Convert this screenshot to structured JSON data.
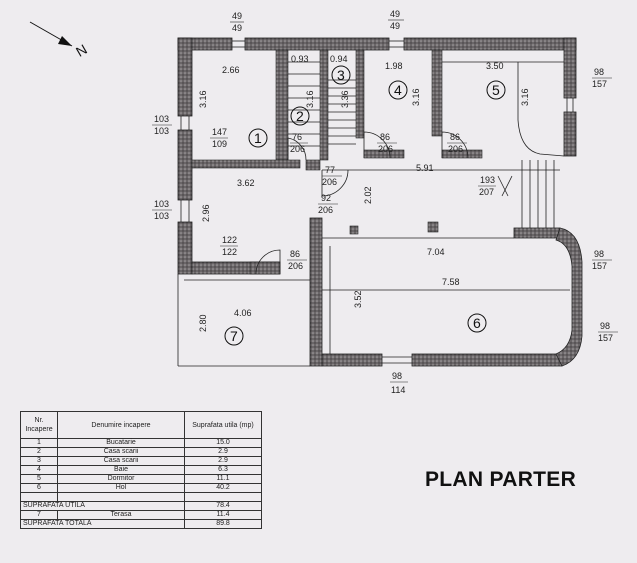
{
  "north_label": "N",
  "rooms": [
    {
      "num": "1"
    },
    {
      "num": "2"
    },
    {
      "num": "3"
    },
    {
      "num": "4"
    },
    {
      "num": "5"
    },
    {
      "num": "6"
    },
    {
      "num": "7"
    }
  ],
  "dims": {
    "r1_w": "2.66",
    "r1_h": "3.16",
    "r2_w": "0.93",
    "r2_h": "3.16",
    "r3_w": "0.94",
    "r3_h": "3.36",
    "r4_w": "1.98",
    "r4_h": "3.16",
    "r5_w": "3.50",
    "r5_h": "3.16",
    "r8_w": "3.62",
    "r8_h": "2.96",
    "hall_w": "5.91",
    "hall_h": "2.02",
    "r6_w1": "7.04",
    "r6_w2": "7.58",
    "r6_h": "3.52",
    "r7_w": "4.06",
    "r7_h": "2.80"
  },
  "openings": {
    "top_left": {
      "top": "49",
      "bottom": "49"
    },
    "top_mid": {
      "top": "49",
      "bottom": "49"
    },
    "right_top": {
      "top": "98",
      "bottom": "157"
    },
    "right_mid": {
      "top": "98",
      "bottom": "157"
    },
    "right_low": {
      "top": "98",
      "bottom": "157"
    },
    "left_top": {
      "top": "103",
      "bottom": "103"
    },
    "left_mid": {
      "top": "103",
      "bottom": "103"
    },
    "bottom": {
      "top": "98",
      "bottom": "114"
    },
    "w1": {
      "top": "147",
      "bottom": "109"
    },
    "d2": {
      "top": "76",
      "bottom": "206"
    },
    "d4": {
      "top": "86",
      "bottom": "206"
    },
    "d5": {
      "top": "86",
      "bottom": "206"
    },
    "d_hall": {
      "top": "77",
      "bottom": "206"
    },
    "d_hall2": {
      "top": "92",
      "bottom": "206"
    },
    "d_right": {
      "top": "193",
      "bottom": "207"
    },
    "w8": {
      "top": "122",
      "bottom": "122"
    },
    "d8": {
      "top": "86",
      "bottom": "206"
    }
  },
  "table": {
    "headers": [
      "Nr. Incapere",
      "Denumire incapere",
      "Suprafata utila (mp)"
    ],
    "rows": [
      {
        "nr": "1",
        "name": "Bucatarie",
        "area": "15.0"
      },
      {
        "nr": "2",
        "name": "Casa scarii",
        "area": "2.9"
      },
      {
        "nr": "3",
        "name": "Casa scarii",
        "area": "2.9"
      },
      {
        "nr": "4",
        "name": "Baie",
        "area": "6.3"
      },
      {
        "nr": "5",
        "name": "Dormitor",
        "area": "11.1"
      },
      {
        "nr": "6",
        "name": "Hol",
        "area": "40.2"
      }
    ],
    "useful_label": "SUPRAFATA UTILA",
    "useful_value": "78.4",
    "terrace": {
      "nr": "7",
      "name": "Terasa",
      "area": "11.4"
    },
    "total_label": "SUPRAFATA TOTALA",
    "total_value": "89.8"
  },
  "plan_title": "PLAN PARTER"
}
